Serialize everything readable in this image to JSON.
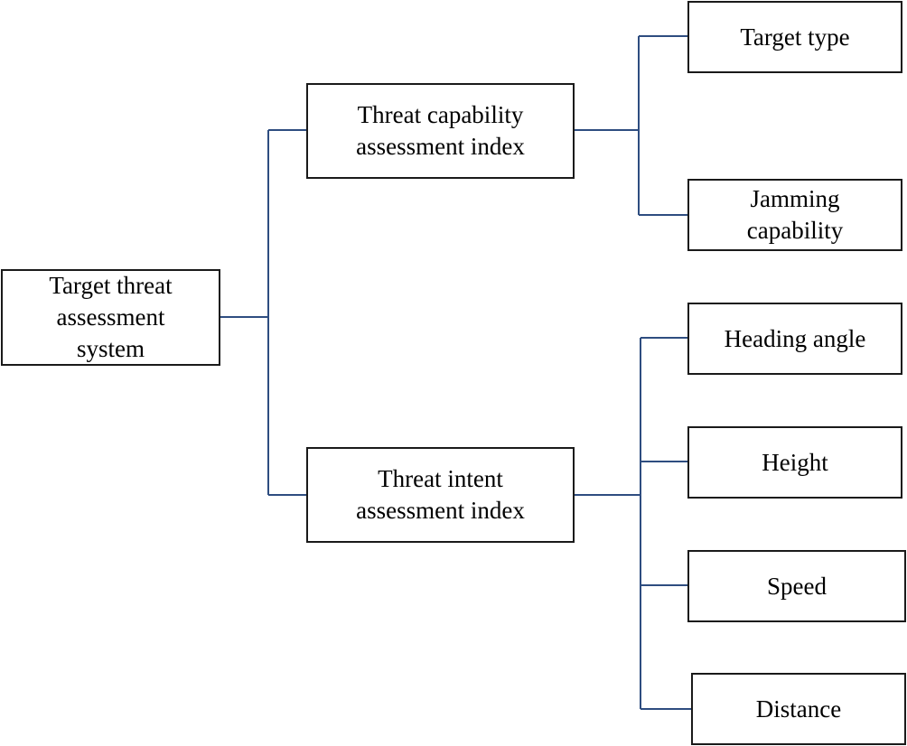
{
  "diagram": {
    "type": "tree",
    "line_color": "#2e4d80",
    "root": {
      "label_lines": [
        "Target threat",
        "assessment",
        "system"
      ]
    },
    "level1": [
      {
        "label_lines": [
          "Threat capability",
          "assessment index"
        ],
        "children": [
          {
            "label_lines": [
              "Target type"
            ]
          },
          {
            "label_lines": [
              "Jamming",
              "capability"
            ]
          }
        ]
      },
      {
        "label_lines": [
          "Threat intent",
          "assessment index"
        ],
        "children": [
          {
            "label_lines": [
              "Heading angle"
            ]
          },
          {
            "label_lines": [
              "Height"
            ]
          },
          {
            "label_lines": [
              "Speed"
            ]
          },
          {
            "label_lines": [
              "Distance"
            ]
          }
        ]
      }
    ]
  }
}
